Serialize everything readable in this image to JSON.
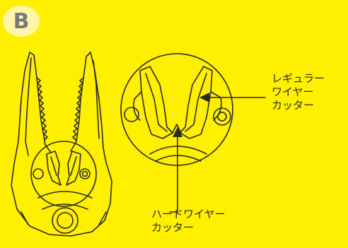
{
  "badge": {
    "letter": "B"
  },
  "callouts": {
    "regular": {
      "line1": "レギュラー",
      "line2": "ワイヤー",
      "line3": "カッター"
    },
    "hard": {
      "line1": "ハードワイヤー",
      "line2": "カッター"
    }
  },
  "colors": {
    "background": "#FFEF00",
    "badge": "#FFF6A8",
    "line": "#2a2a2a"
  }
}
